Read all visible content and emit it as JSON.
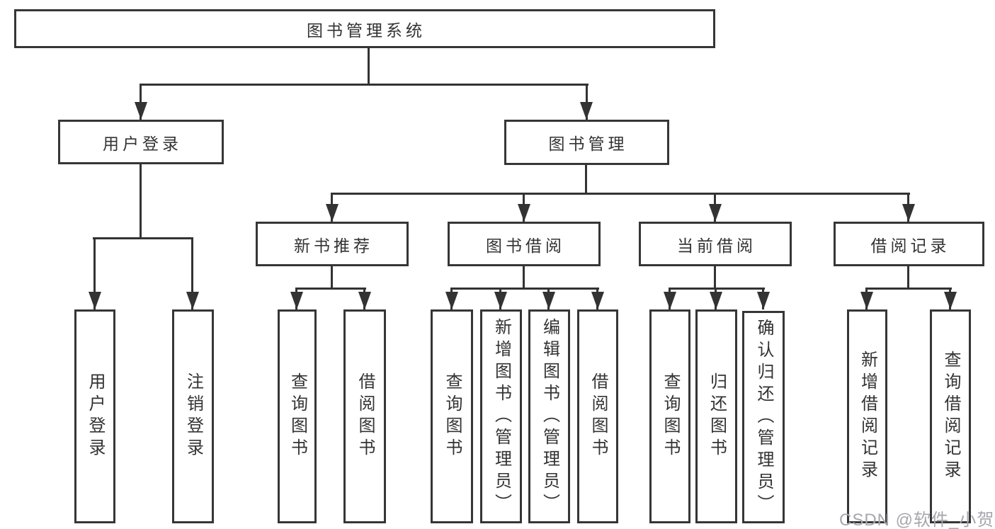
{
  "diagram": {
    "title": "图书管理系统",
    "colors": {
      "line": "#333333",
      "text": "#333333",
      "background": "#ffffff"
    },
    "nodes": {
      "root": {
        "label": "图书管理系统"
      },
      "user_login": {
        "label": "用户登录"
      },
      "book_mgmt": {
        "label": "图书管理"
      },
      "new_book_rec": {
        "label": "新书推荐"
      },
      "book_borrow": {
        "label": "图书借阅"
      },
      "current_borrow": {
        "label": "当前借阅"
      },
      "borrow_records": {
        "label": "借阅记录"
      },
      "leaf_user_login": {
        "label": "用户登录"
      },
      "leaf_logout": {
        "label": "注销登录"
      },
      "leaf_nbr_query": {
        "label": "查询图书"
      },
      "leaf_nbr_borrow": {
        "label": "借阅图书"
      },
      "leaf_bb_query": {
        "label": "查询图书"
      },
      "leaf_bb_add": {
        "label": "新增图书（管理员）"
      },
      "leaf_bb_edit": {
        "label": "编辑图书（管理员）"
      },
      "leaf_bb_borrow": {
        "label": "借阅图书"
      },
      "leaf_cb_query": {
        "label": "查询图书"
      },
      "leaf_cb_return": {
        "label": "归还图书"
      },
      "leaf_cb_confirm": {
        "label": "确认归还（管理员）"
      },
      "leaf_br_add": {
        "label": "新增借阅记录"
      },
      "leaf_br_query": {
        "label": "查询借阅记录"
      }
    }
  },
  "watermark": {
    "text": "CSDN @软件_小贺同学",
    "color": "#a6a6ad"
  }
}
